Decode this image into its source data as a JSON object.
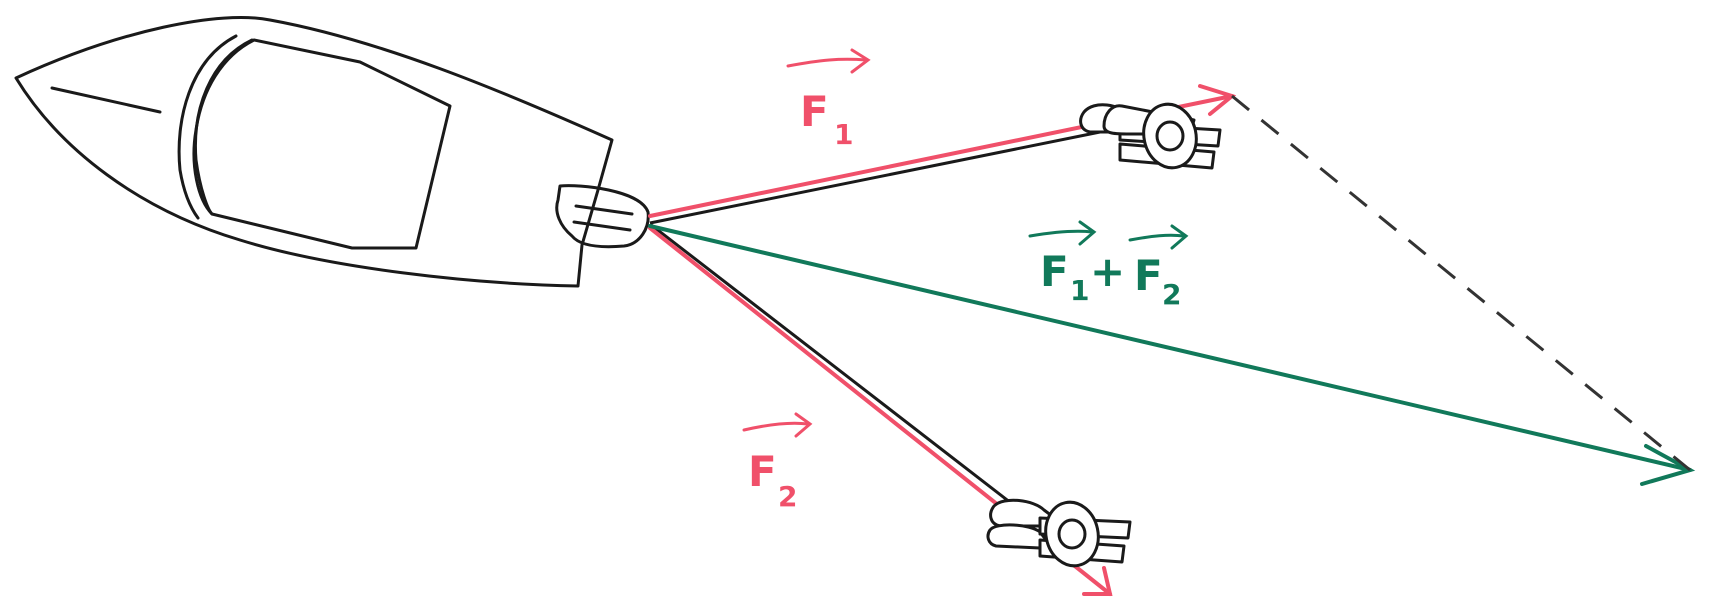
{
  "diagram": {
    "labels": {
      "f1": {
        "main": "F",
        "sub": "1"
      },
      "f2": {
        "main": "F",
        "sub": "2"
      },
      "sum": {
        "f1_main": "F",
        "f1_sub": "1",
        "plus": "+",
        "f2_main": "F",
        "f2_sub": "2"
      }
    },
    "colors": {
      "force": "#f0506a",
      "resultant": "#11795a",
      "ink": "#1a1a1a",
      "dashed": "#333333"
    },
    "icons": [
      "boat-icon",
      "swimmer-icon",
      "swimmer-icon"
    ]
  }
}
